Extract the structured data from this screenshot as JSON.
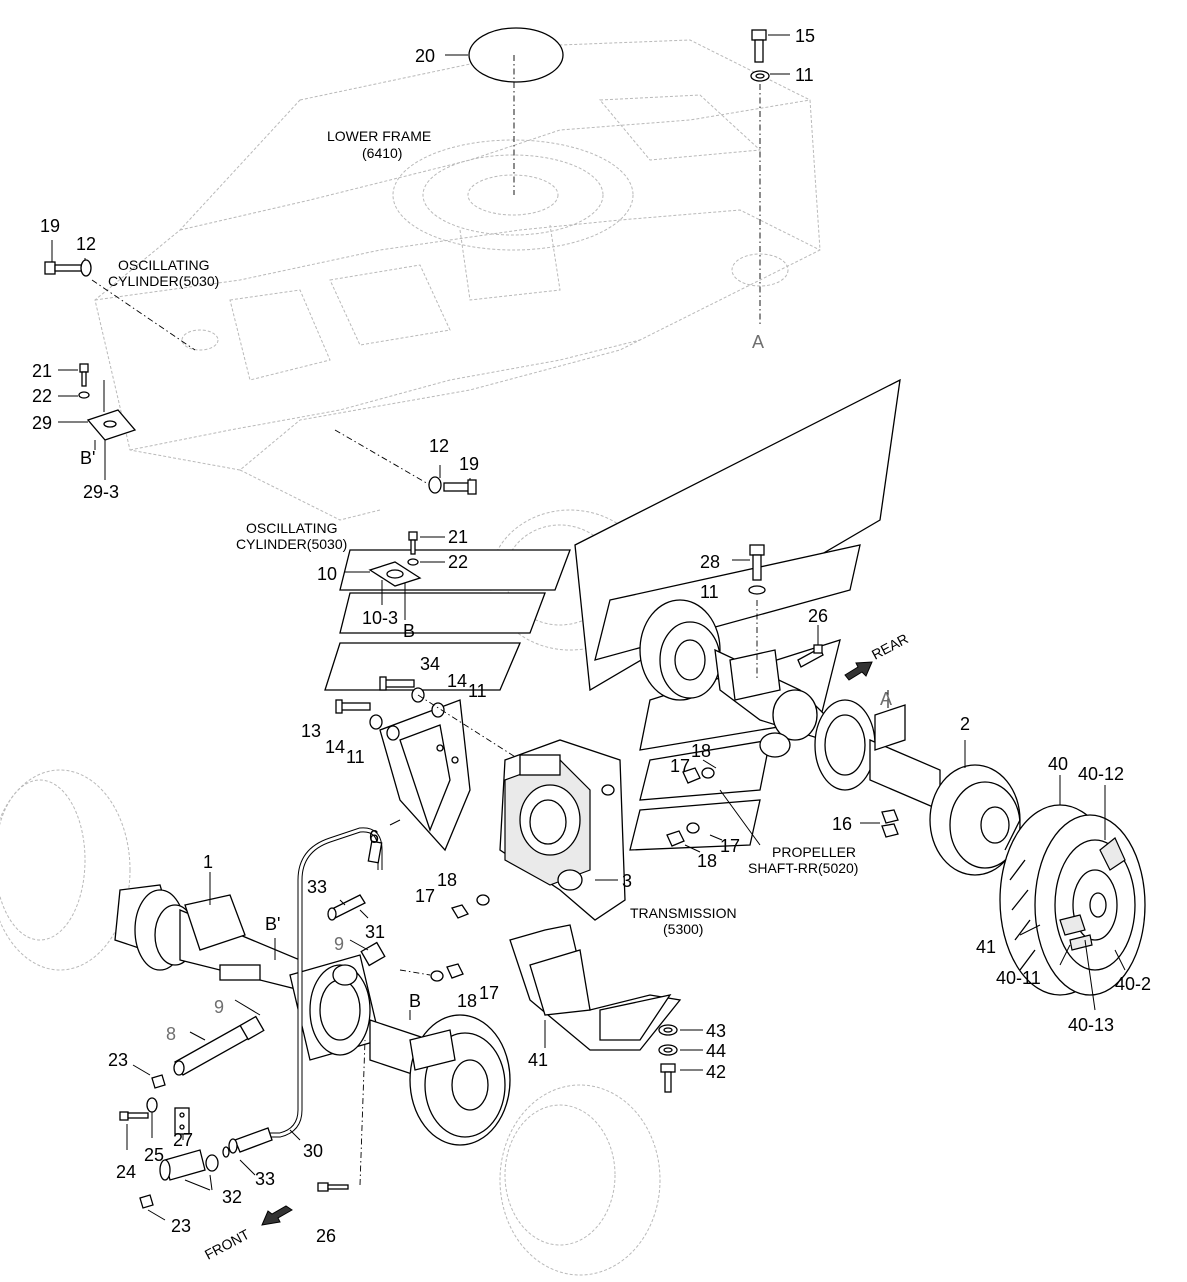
{
  "labels": {
    "p20": "20",
    "p15": "15",
    "p11_top": "11",
    "lower_frame_1": "LOWER FRAME",
    "lower_frame_2": "(6410)",
    "p19_left": "19",
    "p12_left": "12",
    "osc_cyl_top_1": "OSCILLATING",
    "osc_cyl_top_2": "CYLINDER(5030)",
    "ref_a_top": "A",
    "p21_left": "21",
    "p22_left": "22",
    "p29": "29",
    "ref_bprime_left": "B'",
    "p29_3": "29-3",
    "p12_mid": "12",
    "p19_mid": "19",
    "osc_cyl_mid_1": "OSCILLATING",
    "osc_cyl_mid_2": "CYLINDER(5030)",
    "p21_mid": "21",
    "p22_mid": "22",
    "p10": "10",
    "p10_3": "10-3",
    "ref_b_mid": "B",
    "p28": "28",
    "p11_rear": "11",
    "p26_rear": "26",
    "rear_arrow": "REAR",
    "p34": "34",
    "p14_a": "14",
    "p11_a": "11",
    "p13": "13",
    "p14_b": "14",
    "p11_b": "11",
    "p6": "6",
    "ref_a_rear": "A",
    "p2": "2",
    "p18_rear": "18",
    "p17_rear": "17",
    "p16": "16",
    "p17_rear2": "17",
    "p18_rear2": "18",
    "prop_shaft_1": "PROPELLER",
    "prop_shaft_2": "SHAFT-RR(5020)",
    "p40": "40",
    "p40_12": "40-12",
    "p41_right": "41",
    "p40_11": "40-11",
    "p40_2": "40-2",
    "p40_13": "40-13",
    "p1": "1",
    "ref_bprime_front": "B'",
    "p33_a": "33",
    "p31": "31",
    "p18_front": "18",
    "p17_front": "17",
    "p3": "3",
    "transmission_1": "TRANSMISSION",
    "transmission_2": "(5300)",
    "p9_a": "9",
    "p9_b": "9",
    "p18_front2": "18",
    "p17_front2": "17",
    "ref_b_front": "B",
    "p8": "8",
    "p23_a": "23",
    "p41_front": "41",
    "p43": "43",
    "p44": "44",
    "p42": "42",
    "p24": "24",
    "p25": "25",
    "p27": "27",
    "p30": "30",
    "p33_b": "33",
    "p32": "32",
    "p23_b": "23",
    "p26_front": "26",
    "front_arrow": "FRONT"
  }
}
